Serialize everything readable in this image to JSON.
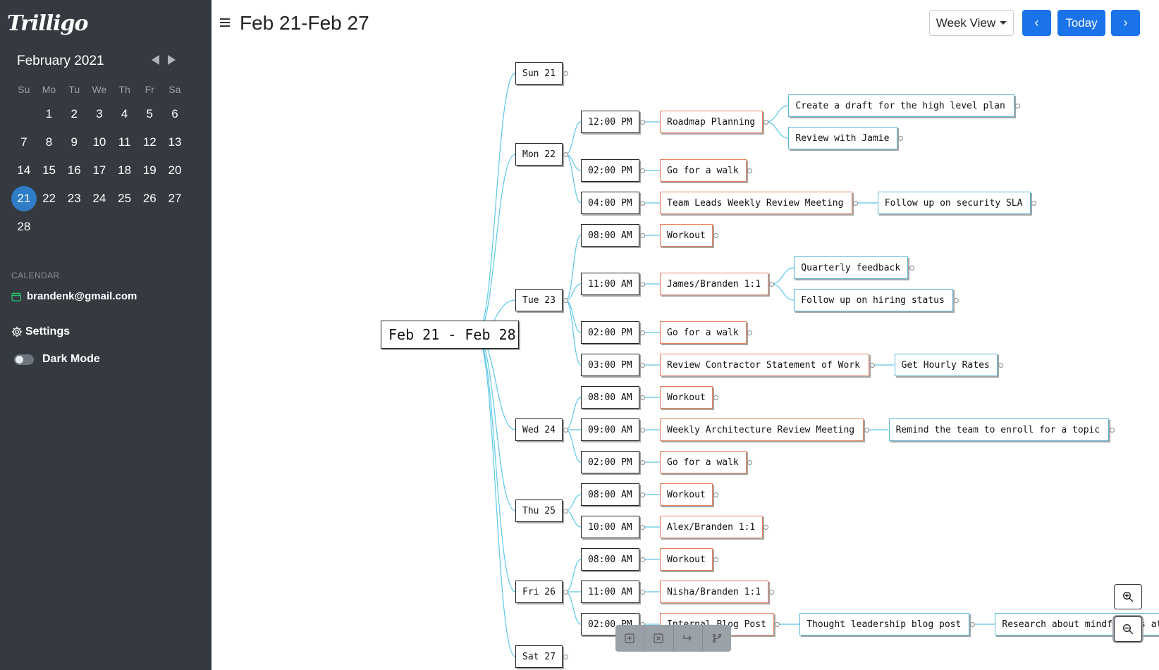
{
  "app": {
    "logo": "Trilligo"
  },
  "sidebar": {
    "month_title": "February 2021",
    "weekdays": [
      "Su",
      "Mo",
      "Tu",
      "We",
      "Th",
      "Fr",
      "Sa"
    ],
    "days": [
      "",
      "1",
      "2",
      "3",
      "4",
      "5",
      "6",
      "7",
      "8",
      "9",
      "10",
      "11",
      "12",
      "13",
      "14",
      "15",
      "16",
      "17",
      "18",
      "19",
      "20",
      "21",
      "22",
      "23",
      "24",
      "25",
      "26",
      "27",
      "28"
    ],
    "selected_day": "21",
    "calendar_section_label": "CALENDAR",
    "calendar_account": "brandenk@gmail.com",
    "settings_label": "Settings",
    "dark_mode_label": "Dark Mode",
    "dark_mode_on": false
  },
  "header": {
    "title": "Feb 21-Feb 27",
    "view_label": "Week View",
    "today_label": "Today",
    "prev_glyph": "‹",
    "next_glyph": "›"
  },
  "colors": {
    "sidebar_bg": "#343a40",
    "accent": "#1a73e8",
    "selected_day": "#2f7cc7",
    "event_border": "#e8805c",
    "subtask_border": "#5bb5d8",
    "connector": "#5bc8e8"
  },
  "mindmap": {
    "root": "Feb 21 - Feb 28",
    "days": [
      {
        "label": "Sun 21",
        "events": []
      },
      {
        "label": "Mon 22",
        "events": [
          {
            "time": "12:00 PM",
            "title": "Roadmap Planning",
            "subtasks": [
              "Create a draft for the high level plan",
              "Review with Jamie"
            ]
          },
          {
            "time": "02:00 PM",
            "title": "Go for a walk",
            "subtasks": []
          },
          {
            "time": "04:00 PM",
            "title": "Team Leads Weekly Review Meeting",
            "subtasks": [
              "Follow up on security SLA"
            ]
          }
        ]
      },
      {
        "label": "Tue 23",
        "events": [
          {
            "time": "08:00 AM",
            "title": "Workout",
            "subtasks": []
          },
          {
            "time": "11:00 AM",
            "title": "James/Branden 1:1",
            "subtasks": [
              "Quarterly feedback",
              "Follow up on hiring status"
            ]
          },
          {
            "time": "02:00 PM",
            "title": "Go for a walk",
            "subtasks": []
          },
          {
            "time": "03:00 PM",
            "title": "Review Contractor Statement of Work",
            "subtasks": [
              "Get Hourly Rates"
            ]
          }
        ]
      },
      {
        "label": "Wed 24",
        "events": [
          {
            "time": "08:00 AM",
            "title": "Workout",
            "subtasks": []
          },
          {
            "time": "09:00 AM",
            "title": "Weekly Architecture Review Meeting",
            "subtasks": [
              "Remind the team to enroll for a topic"
            ]
          },
          {
            "time": "02:00 PM",
            "title": "Go for a walk",
            "subtasks": []
          }
        ]
      },
      {
        "label": "Thu 25",
        "events": [
          {
            "time": "08:00 AM",
            "title": "Workout",
            "subtasks": []
          },
          {
            "time": "10:00 AM",
            "title": "Alex/Branden 1:1",
            "subtasks": []
          }
        ]
      },
      {
        "label": "Fri 26",
        "events": [
          {
            "time": "08:00 AM",
            "title": "Workout",
            "subtasks": []
          },
          {
            "time": "11:00 AM",
            "title": "Nisha/Branden 1:1",
            "subtasks": []
          },
          {
            "time": "02:00 PM",
            "title": "Internal Blog Post",
            "subtasks": [
              "Thought leadership blog post",
              "Research about mindfulness at work"
            ]
          }
        ]
      },
      {
        "label": "Sat 27",
        "events": []
      }
    ]
  },
  "toolbar": {
    "tools": [
      {
        "name": "add-node",
        "icon": "plus-square-icon"
      },
      {
        "name": "delete-node",
        "icon": "x-square-icon"
      },
      {
        "name": "add-child",
        "icon": "arrow-return-icon"
      },
      {
        "name": "branch",
        "icon": "branch-icon"
      }
    ]
  },
  "zoom": {
    "in_icon": "zoom-in-icon",
    "out_icon": "zoom-out-icon"
  }
}
